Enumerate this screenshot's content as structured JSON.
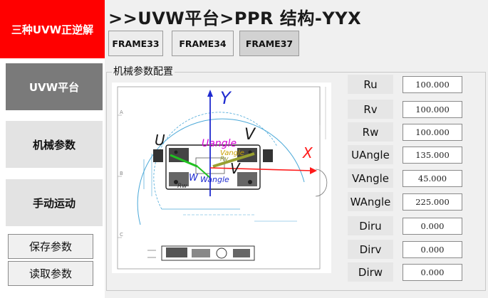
{
  "brand": {
    "label": "三种UVW正逆解"
  },
  "header": {
    "title": ">>UVW平台>PPR 结构-YYX"
  },
  "tabs": [
    {
      "label": "FRAME33"
    },
    {
      "label": "FRAME34"
    },
    {
      "label": "FRAME37",
      "active": true
    }
  ],
  "sidebar": {
    "items": [
      {
        "label": "UVW平台",
        "active": true
      },
      {
        "label": "机械参数"
      },
      {
        "label": "手动运动"
      }
    ],
    "save_label": "保存参数",
    "load_label": "读取参数"
  },
  "group": {
    "label": "机械参数配置"
  },
  "drawing": {
    "axis_x": "X",
    "axis_y": "Y",
    "mark_u": "U",
    "mark_v": "V",
    "mark_w": "W",
    "uangle_annot": "Uangle",
    "vangle_annot": "Vangle",
    "wangle_annot": "Wangle",
    "rv_annot": "Rv",
    "rw_annot": "Rw",
    "row_a": "A",
    "row_b": "B",
    "row_c": "C"
  },
  "params": [
    {
      "label": "Ru",
      "value": "100.000"
    },
    {
      "label": "Rv",
      "value": "100.000"
    },
    {
      "label": "Rw",
      "value": "100.000"
    },
    {
      "label": "UAngle",
      "value": "135.000"
    },
    {
      "label": "VAngle",
      "value": "45.000"
    },
    {
      "label": "WAngle",
      "value": "225.000"
    },
    {
      "label": "Diru",
      "value": "0.000"
    },
    {
      "label": "Dirv",
      "value": "0.000"
    },
    {
      "label": "Dirw",
      "value": "0.000"
    }
  ],
  "colors": {
    "brand": "#ff0000",
    "nav_active": "#7a7a7a",
    "annot_blue": "#1f2bd0",
    "annot_red": "#ff1a1a",
    "annot_magenta": "#d400d4",
    "annot_green": "#20c020"
  }
}
